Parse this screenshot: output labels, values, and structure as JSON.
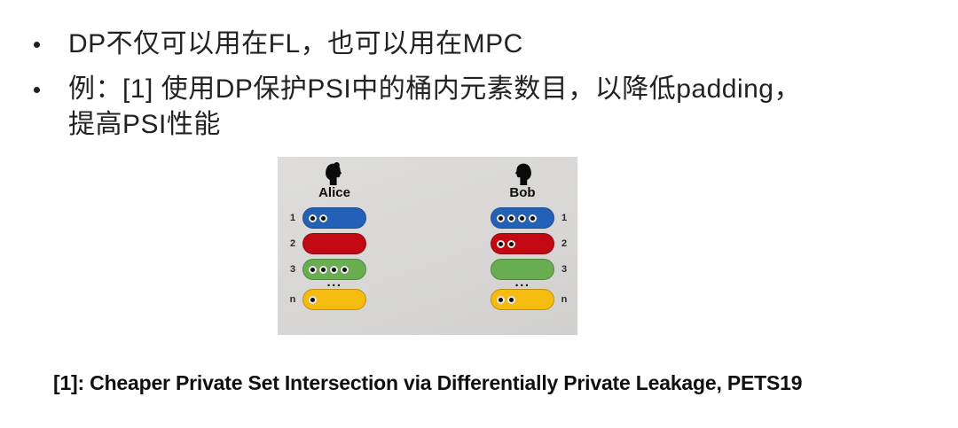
{
  "slide": {
    "bullets": [
      {
        "lines": [
          "DP不仅可以用在FL，也可以用在MPC"
        ]
      },
      {
        "lines": [
          "例：[1] 使用DP保护PSI中的桶内元素数目，以降低padding，",
          "提高PSI性能"
        ]
      }
    ],
    "citation": "[1]: Cheaper Private Set Intersection via Differentially Private Leakage, PETS19"
  },
  "figure": {
    "description": "Hashing buckets of Alice and Bob in PSI",
    "background": "linear-gradient(160deg, #dedddb 0%, #d8d7d5 55%, #d1d0ce 100%)",
    "colors": {
      "blue": "#2361b8",
      "red": "#c20813",
      "green": "#69ad51",
      "yellow": "#f6bb0f"
    },
    "ellipsis": "...",
    "parties": [
      {
        "name": "Alice",
        "icon": "female-silhouette",
        "buckets": [
          {
            "label": "1",
            "color": "blue",
            "dots": 2
          },
          {
            "label": "2",
            "color": "red",
            "dots": 0
          },
          {
            "label": "3",
            "color": "green",
            "dots": 4
          },
          {
            "label": "n",
            "color": "yellow",
            "dots": 1
          }
        ]
      },
      {
        "name": "Bob",
        "icon": "male-silhouette",
        "buckets": [
          {
            "label": "1",
            "color": "blue",
            "dots": 4
          },
          {
            "label": "2",
            "color": "red",
            "dots": 2
          },
          {
            "label": "3",
            "color": "green",
            "dots": 0
          },
          {
            "label": "n",
            "color": "yellow",
            "dots": 2
          }
        ]
      }
    ]
  }
}
